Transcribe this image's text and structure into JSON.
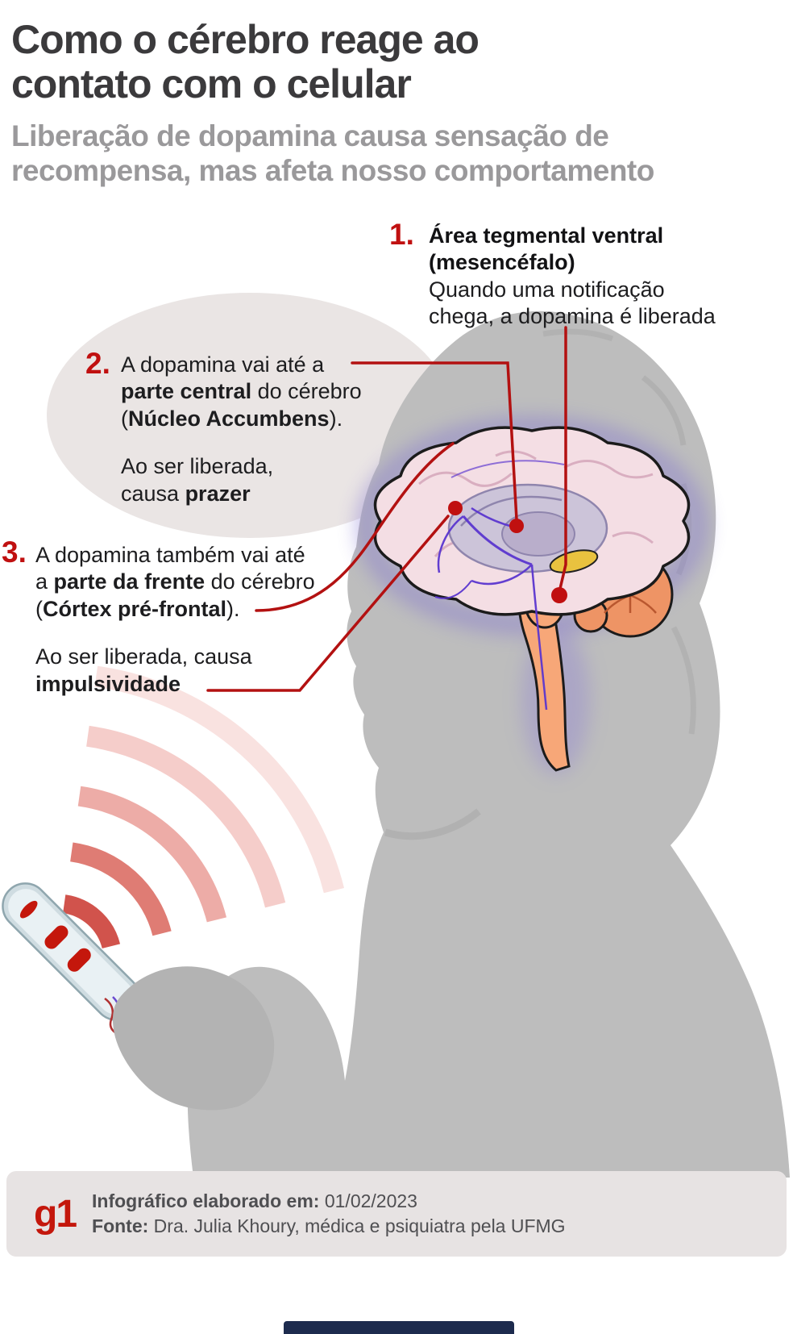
{
  "header": {
    "title_line1": "Como o cérebro reage ao",
    "title_line2": "contato com o celular",
    "subtitle_line1": "Liberação de dopamina causa sensação de",
    "subtitle_line2": "recompensa, mas afeta nosso comportamento"
  },
  "annotations": {
    "a1": {
      "number": "1.",
      "title_l1": "Área tegmental ventral",
      "title_l2": "(mesencéfalo)",
      "body_l1": "Quando uma notificação",
      "body_l2": "chega, a dopamina é liberada"
    },
    "a2": {
      "number": "2.",
      "l1": "A dopamina vai até a",
      "l2_bold": "parte central",
      "l2_rest": " do cérebro",
      "l3_pre": "(",
      "l3_bold": "Núcleo Accumbens",
      "l3_post": ").",
      "l4": "Ao ser liberada,",
      "l5_pre": "causa ",
      "l5_bold": "prazer"
    },
    "a3": {
      "number": "3.",
      "l1": "A dopamina também vai até",
      "l2_pre": "a ",
      "l2_bold": "parte da frente",
      "l2_rest": " do cérebro",
      "l3_pre": "(",
      "l3_bold": "Córtex pré-frontal",
      "l3_post": ").",
      "l4": "Ao ser liberada, causa",
      "l5_bold": "impulsividade"
    }
  },
  "footer": {
    "logo": "g1",
    "line1_label": "Infográfico elaborado em:",
    "line1_value": " 01/02/2023",
    "line2_label": "Fonte:",
    "line2_value": " Dra. Julia Khoury, médica e psiquiatra pela UFMG"
  },
  "colors": {
    "accent_red": "#c4170c",
    "line_red": "#b31111",
    "title_gray": "#3b3a3c",
    "subtitle_gray": "#9a999b",
    "silhouette_gray": "#bdbdbd",
    "bubble_gray": "#eae5e4",
    "brain_pink": "#f4dee4",
    "brainstem_orange": "#f7a778",
    "cerebellum_orange": "#ee9465",
    "nerve_purple": "#5b36cf",
    "footer_bg": "#e7e3e3",
    "footer_text": "#4f4f52",
    "bottom_bar_navy": "#1d2b4e"
  }
}
